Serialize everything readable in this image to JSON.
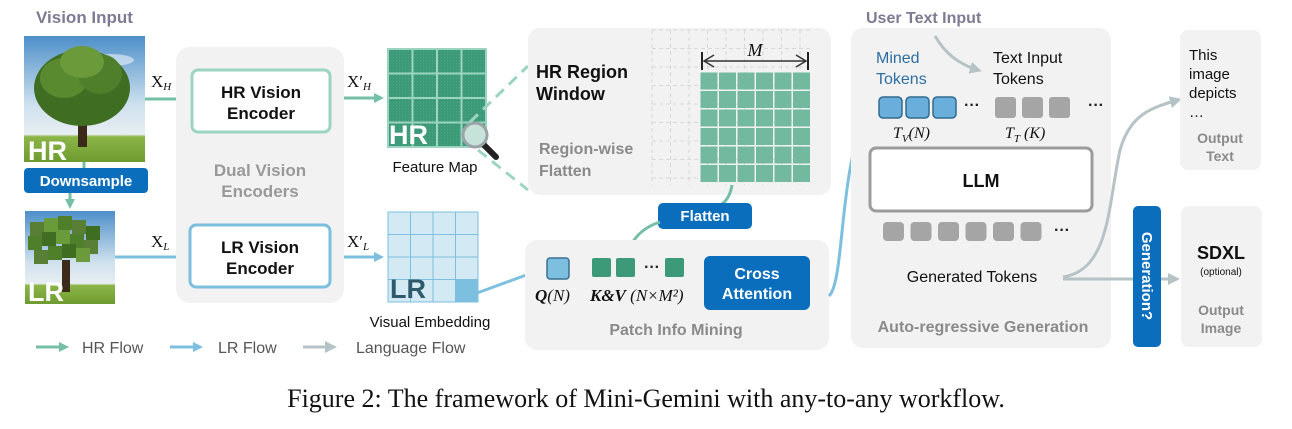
{
  "colors": {
    "hr_flow": "#74bfa5",
    "lr_flow": "#7dbfde",
    "language_flow": "#b6c3c6",
    "accent_blue": "#0b6ebd",
    "panel_bg": "#f2f2f2",
    "heading_purple": "#7f7a94",
    "muted_text": "#8a8a8a",
    "hr_feature": "#3c9a78",
    "region_cell": "#72b9a0",
    "lr_cell": "#d3e9f4",
    "token_gray": "#a5a5a5",
    "mined_token": "#6aaedb"
  },
  "vision_input": {
    "title": "Vision Input",
    "hr_image_label": "HR",
    "lr_image_label": "LR",
    "downsample_button": "Downsample"
  },
  "signals": {
    "x_h": "X",
    "x_h_sub": "H",
    "x_l": "X",
    "x_l_sub": "L",
    "x_h_prime": "X′",
    "x_h_prime_sub": "H",
    "x_l_prime": "X′",
    "x_l_prime_sub": "L"
  },
  "encoders": {
    "panel_label_line1": "Dual Vision",
    "panel_label_line2": "Encoders",
    "hr_encoder_line1": "HR Vision",
    "hr_encoder_line2": "Encoder",
    "lr_encoder_line1": "LR Vision",
    "lr_encoder_line2": "Encoder"
  },
  "feature_map": {
    "badge": "HR",
    "caption": "Feature Map",
    "icon": "magnifier-icon"
  },
  "visual_embedding": {
    "badge": "LR",
    "caption": "Visual Embedding"
  },
  "region_window": {
    "title_line1": "HR Region",
    "title_line2": "Window",
    "subtitle_line1": "Region-wise",
    "subtitle_line2": "Flatten",
    "dimension_label": "M",
    "flatten_button": "Flatten"
  },
  "patch_mining": {
    "query_label": "Q",
    "query_arg": "(N)",
    "kv_label": "K&V",
    "kv_arg": "(N×M²)",
    "ellipsis": "···",
    "cross_attention_line1": "Cross",
    "cross_attention_line2": "Attention",
    "panel_label": "Patch Info Mining"
  },
  "llm_panel": {
    "user_text_input": "User Text Input",
    "mined_tokens_line1": "Mined",
    "mined_tokens_line2": "Tokens",
    "text_tokens_line1": "Text Input",
    "text_tokens_line2": "Tokens",
    "tv_label": "T",
    "tv_sub": "V",
    "tv_arg": "(N)",
    "tt_label": "T",
    "tt_sub": "T",
    "tt_arg": "(K)",
    "ellipsis": "···",
    "llm_label": "LLM",
    "generated_tokens": "Generated Tokens",
    "panel_label": "Auto-regressive Generation"
  },
  "generation_gate": {
    "label": "Generation?"
  },
  "output_text": {
    "line1": "This",
    "line2": "image",
    "line3": "depicts",
    "line4": "…",
    "label_line1": "Output",
    "label_line2": "Text"
  },
  "output_image": {
    "model": "SDXL",
    "note": "(optional)",
    "label_line1": "Output",
    "label_line2": "Image"
  },
  "legend": {
    "items": [
      {
        "label": "HR Flow",
        "color": "#74bfa5"
      },
      {
        "label": "LR Flow",
        "color": "#7dbfde"
      },
      {
        "label": "Language Flow",
        "color": "#b6c3c6"
      }
    ]
  },
  "caption": "Figure 2: The framework of Mini-Gemini with any-to-any workflow."
}
